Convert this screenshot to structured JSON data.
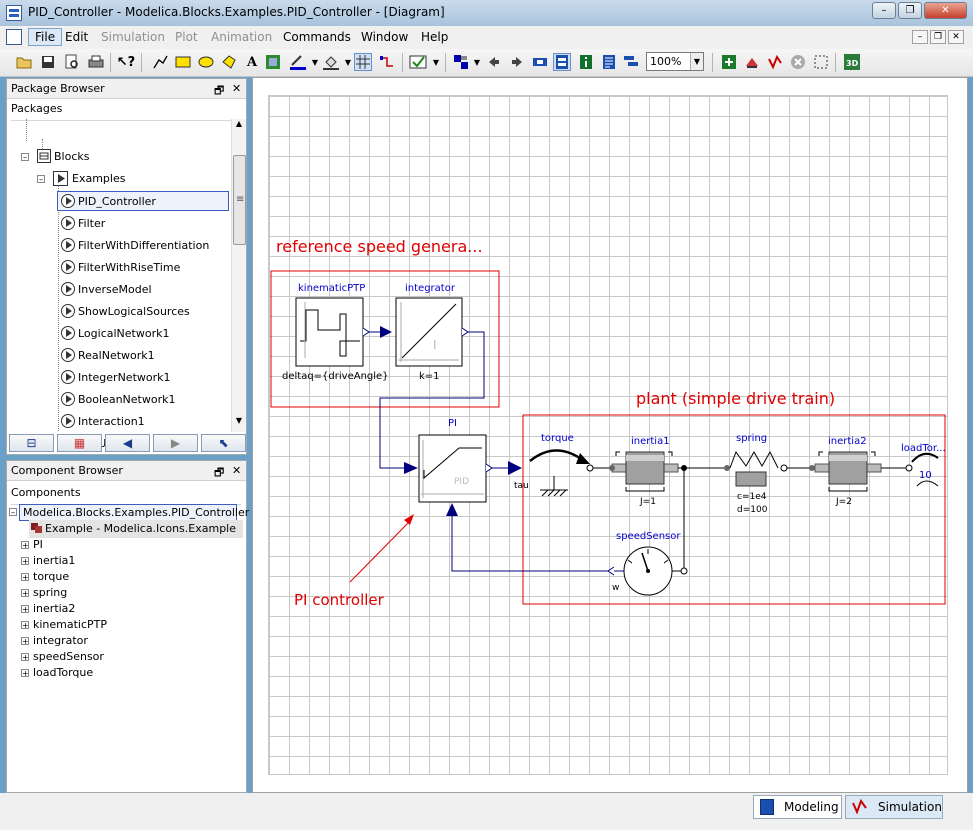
{
  "window": {
    "title": "PID_Controller - Modelica.Blocks.Examples.PID_Controller - [Diagram]"
  },
  "menu": {
    "items": [
      {
        "label": "File",
        "state": "active"
      },
      {
        "label": "Edit",
        "state": "normal"
      },
      {
        "label": "Simulation",
        "state": "disabled"
      },
      {
        "label": "Plot",
        "state": "disabled"
      },
      {
        "label": "Animation",
        "state": "disabled"
      },
      {
        "label": "Commands",
        "state": "normal"
      },
      {
        "label": "Window",
        "state": "normal"
      },
      {
        "label": "Help",
        "state": "normal"
      }
    ]
  },
  "toolbar": {
    "zoom": "100%"
  },
  "package_browser": {
    "title": "Package Browser",
    "header": "Packages",
    "items": [
      {
        "label": "Blocks",
        "icon": "library-icon"
      },
      {
        "label": "Examples",
        "icon": "play-icon"
      },
      {
        "label": "PID_Controller",
        "icon": "play-icon",
        "selected": true
      },
      {
        "label": "Filter",
        "icon": "play-icon"
      },
      {
        "label": "FilterWithDifferentiation",
        "icon": "play-icon"
      },
      {
        "label": "FilterWithRiseTime",
        "icon": "play-icon"
      },
      {
        "label": "InverseModel",
        "icon": "play-icon"
      },
      {
        "label": "ShowLogicalSources",
        "icon": "play-icon"
      },
      {
        "label": "LogicalNetwork1",
        "icon": "play-icon"
      },
      {
        "label": "RealNetwork1",
        "icon": "play-icon"
      },
      {
        "label": "IntegerNetwork1",
        "icon": "play-icon"
      },
      {
        "label": "BooleanNetwork1",
        "icon": "play-icon"
      },
      {
        "label": "Interaction1",
        "icon": "play-icon"
      },
      {
        "label": "BusUsage",
        "icon": "play-icon"
      }
    ]
  },
  "component_browser": {
    "title": "Component Browser",
    "header": "Components",
    "root": "Modelica.Blocks.Examples.PID_Controller",
    "extends": "Example - Modelica.Icons.Example",
    "items": [
      "PI",
      "inertia1",
      "torque",
      "spring",
      "inertia2",
      "kinematicPTP",
      "integrator",
      "speedSensor",
      "loadTorque"
    ]
  },
  "diagram": {
    "ref_title": "reference speed genera...",
    "plant_title": "plant (simple drive train)",
    "pi_annotation": "PI controller",
    "blocks": {
      "kinematicPTP": {
        "name": "kinematicPTP",
        "param": "deltaq={driveAngle}"
      },
      "integrator": {
        "name": "integrator",
        "param": "k=1",
        "glyph": "I"
      },
      "PI": {
        "name": "PI",
        "glyph": "PID"
      },
      "torque": {
        "name": "torque",
        "port": "tau"
      },
      "inertia1": {
        "name": "inertia1",
        "param": "J=1"
      },
      "spring": {
        "name": "spring",
        "param1": "c=1e4",
        "param2": "d=100"
      },
      "inertia2": {
        "name": "inertia2",
        "param": "J=2"
      },
      "loadTorque": {
        "name": "loadTor...",
        "param": "10"
      },
      "speedSensor": {
        "name": "speedSensor",
        "port": "w"
      }
    },
    "colors": {
      "annotation": "#e00000",
      "component_name": "#0000cc",
      "connector": "#00007f"
    }
  },
  "status": {
    "modeling": "Modeling",
    "simulation": "Simulation"
  }
}
